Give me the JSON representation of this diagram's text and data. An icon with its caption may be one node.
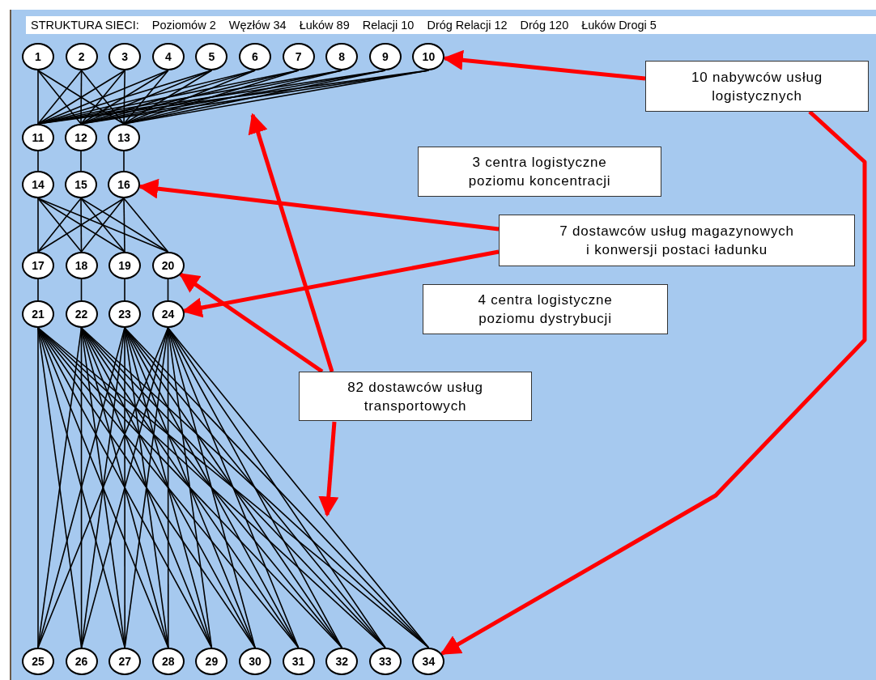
{
  "diagram": {
    "nodes": [
      {
        "text": [
          "1"
        ]
      },
      {
        "text": [
          "2"
        ]
      },
      {
        "text": [
          "3"
        ]
      },
      {
        "text": [
          "4"
        ]
      },
      {
        "text": [
          "5"
        ]
      },
      {
        "text": [
          "6"
        ]
      },
      {
        "text": [
          "7"
        ]
      },
      {
        "text": [
          "8"
        ]
      },
      {
        "text": [
          "9"
        ]
      },
      {
        "text": [
          "10"
        ]
      },
      {
        "text": [
          "11"
        ]
      },
      {
        "text": [
          "12"
        ]
      },
      {
        "text": [
          "13"
        ]
      },
      {
        "text": [
          "14"
        ]
      },
      {
        "text": [
          "15"
        ]
      },
      {
        "text": [
          "16"
        ]
      },
      {
        "text": [
          "17"
        ]
      },
      {
        "text": [
          "18"
        ]
      },
      {
        "text": [
          "19"
        ]
      },
      {
        "text": [
          "20"
        ]
      },
      {
        "text": [
          "21"
        ]
      },
      {
        "text": [
          "22"
        ]
      },
      {
        "text": [
          "23"
        ]
      },
      {
        "text": [
          "24"
        ]
      },
      {
        "text": [
          "25"
        ]
      },
      {
        "text": [
          "26"
        ]
      },
      {
        "text": [
          "27"
        ]
      },
      {
        "text": [
          "28"
        ]
      },
      {
        "text": [
          "29"
        ]
      },
      {
        "text": [
          "30"
        ]
      },
      {
        "text": [
          "31"
        ]
      },
      {
        "text": [
          "32"
        ]
      },
      {
        "text": [
          "33"
        ]
      },
      {
        "text": [
          "34"
        ]
      },
      {
        "text": [
          "10 nabywców usług logistycznych"
        ]
      },
      {
        "text": [
          "3 centra logistyczne poziomu koncentracji"
        ]
      },
      {
        "text": [
          "7 dostawców usług magazynowych i konwersji postaci ładunku"
        ]
      },
      {
        "text": [
          "4 centra logistyczne poziomu dystrybucji"
        ]
      },
      {
        "text": [
          "82 dostawców usług transportowych"
        ]
      }
    ],
    "edges": [
      {
        "from": 0,
        "to": 10,
        "arrow": "none"
      },
      {
        "from": 0,
        "to": 11,
        "arrow": "none"
      },
      {
        "from": 0,
        "to": 12,
        "arrow": "none"
      },
      {
        "from": 1,
        "to": 10,
        "arrow": "none"
      },
      {
        "from": 1,
        "to": 11,
        "arrow": "none"
      },
      {
        "from": 1,
        "to": 12,
        "arrow": "none"
      },
      {
        "from": 2,
        "to": 10,
        "arrow": "none"
      },
      {
        "from": 2,
        "to": 11,
        "arrow": "none"
      },
      {
        "from": 2,
        "to": 12,
        "arrow": "none"
      },
      {
        "from": 3,
        "to": 10,
        "arrow": "none"
      },
      {
        "from": 3,
        "to": 11,
        "arrow": "none"
      },
      {
        "from": 3,
        "to": 12,
        "arrow": "none"
      },
      {
        "from": 4,
        "to": 10,
        "arrow": "none"
      },
      {
        "from": 4,
        "to": 11,
        "arrow": "none"
      },
      {
        "from": 4,
        "to": 12,
        "arrow": "none"
      },
      {
        "from": 5,
        "to": 10,
        "arrow": "none"
      },
      {
        "from": 5,
        "to": 11,
        "arrow": "none"
      },
      {
        "from": 5,
        "to": 12,
        "arrow": "none"
      },
      {
        "from": 6,
        "to": 10,
        "arrow": "none"
      },
      {
        "from": 6,
        "to": 11,
        "arrow": "none"
      },
      {
        "from": 6,
        "to": 12,
        "arrow": "none"
      },
      {
        "from": 7,
        "to": 10,
        "arrow": "none"
      },
      {
        "from": 7,
        "to": 11,
        "arrow": "none"
      },
      {
        "from": 7,
        "to": 12,
        "arrow": "none"
      },
      {
        "from": 8,
        "to": 10,
        "arrow": "none"
      },
      {
        "from": 8,
        "to": 11,
        "arrow": "none"
      },
      {
        "from": 8,
        "to": 12,
        "arrow": "none"
      },
      {
        "from": 9,
        "to": 10,
        "arrow": "none"
      },
      {
        "from": 9,
        "to": 11,
        "arrow": "none"
      },
      {
        "from": 9,
        "to": 12,
        "arrow": "none"
      },
      {
        "from": 10,
        "to": 13,
        "arrow": "none"
      },
      {
        "from": 11,
        "to": 14,
        "arrow": "none"
      },
      {
        "from": 12,
        "to": 15,
        "arrow": "none"
      },
      {
        "from": 13,
        "to": 16,
        "arrow": "none"
      },
      {
        "from": 13,
        "to": 17,
        "arrow": "none"
      },
      {
        "from": 13,
        "to": 18,
        "arrow": "none"
      },
      {
        "from": 13,
        "to": 19,
        "arrow": "none"
      },
      {
        "from": 14,
        "to": 16,
        "arrow": "none"
      },
      {
        "from": 14,
        "to": 17,
        "arrow": "none"
      },
      {
        "from": 14,
        "to": 18,
        "arrow": "none"
      },
      {
        "from": 14,
        "to": 19,
        "arrow": "none"
      },
      {
        "from": 15,
        "to": 16,
        "arrow": "none"
      },
      {
        "from": 15,
        "to": 17,
        "arrow": "none"
      },
      {
        "from": 15,
        "to": 18,
        "arrow": "none"
      },
      {
        "from": 15,
        "to": 19,
        "arrow": "none"
      },
      {
        "from": 16,
        "to": 20,
        "arrow": "none"
      },
      {
        "from": 17,
        "to": 21,
        "arrow": "none"
      },
      {
        "from": 18,
        "to": 22,
        "arrow": "none"
      },
      {
        "from": 19,
        "to": 23,
        "arrow": "none"
      },
      {
        "from": 20,
        "to": 24,
        "arrow": "none"
      },
      {
        "from": 20,
        "to": 25,
        "arrow": "none"
      },
      {
        "from": 20,
        "to": 26,
        "arrow": "none"
      },
      {
        "from": 20,
        "to": 27,
        "arrow": "none"
      },
      {
        "from": 20,
        "to": 28,
        "arrow": "none"
      },
      {
        "from": 20,
        "to": 29,
        "arrow": "none"
      },
      {
        "from": 20,
        "to": 30,
        "arrow": "none"
      },
      {
        "from": 20,
        "to": 31,
        "arrow": "none"
      },
      {
        "from": 20,
        "to": 32,
        "arrow": "none"
      },
      {
        "from": 20,
        "to": 33,
        "arrow": "none"
      },
      {
        "from": 21,
        "to": 24,
        "arrow": "none"
      },
      {
        "from": 21,
        "to": 25,
        "arrow": "none"
      },
      {
        "from": 21,
        "to": 26,
        "arrow": "none"
      },
      {
        "from": 21,
        "to": 27,
        "arrow": "none"
      },
      {
        "from": 21,
        "to": 28,
        "arrow": "none"
      },
      {
        "from": 21,
        "to": 29,
        "arrow": "none"
      },
      {
        "from": 21,
        "to": 30,
        "arrow": "none"
      },
      {
        "from": 21,
        "to": 31,
        "arrow": "none"
      },
      {
        "from": 21,
        "to": 32,
        "arrow": "none"
      },
      {
        "from": 21,
        "to": 33,
        "arrow": "none"
      },
      {
        "from": 22,
        "to": 24,
        "arrow": "none"
      },
      {
        "from": 22,
        "to": 25,
        "arrow": "none"
      },
      {
        "from": 22,
        "to": 26,
        "arrow": "none"
      },
      {
        "from": 22,
        "to": 27,
        "arrow": "none"
      },
      {
        "from": 22,
        "to": 28,
        "arrow": "none"
      },
      {
        "from": 22,
        "to": 29,
        "arrow": "none"
      },
      {
        "from": 22,
        "to": 30,
        "arrow": "none"
      },
      {
        "from": 22,
        "to": 31,
        "arrow": "none"
      },
      {
        "from": 22,
        "to": 32,
        "arrow": "none"
      },
      {
        "from": 22,
        "to": 33,
        "arrow": "none"
      },
      {
        "from": 23,
        "to": 24,
        "arrow": "none"
      },
      {
        "from": 23,
        "to": 25,
        "arrow": "none"
      },
      {
        "from": 23,
        "to": 26,
        "arrow": "none"
      },
      {
        "from": 23,
        "to": 27,
        "arrow": "none"
      },
      {
        "from": 23,
        "to": 28,
        "arrow": "none"
      },
      {
        "from": 23,
        "to": 29,
        "arrow": "none"
      },
      {
        "from": 23,
        "to": 30,
        "arrow": "none"
      },
      {
        "from": 23,
        "to": 31,
        "arrow": "none"
      },
      {
        "from": 23,
        "to": 32,
        "arrow": "none"
      },
      {
        "from": 23,
        "to": 33,
        "arrow": "none"
      },
      {
        "from": 34,
        "to": 9,
        "arrow": "to",
        "style": "thick",
        "color": "#ff0000"
      },
      {
        "from": 34,
        "to": 33,
        "arrow": "to",
        "style": "thick",
        "color": "#ff0000"
      },
      {
        "from": 36,
        "to": 15,
        "arrow": "to",
        "style": "thick",
        "color": "#ff0000"
      },
      {
        "from": 36,
        "to": 23,
        "arrow": "to",
        "style": "thick",
        "color": "#ff0000"
      },
      {
        "from": 38,
        "to": null,
        "arrow": "to",
        "style": "thick",
        "color": "#ff0000"
      },
      {
        "from": 38,
        "to": 19,
        "arrow": "to",
        "style": "thick",
        "color": "#ff0000"
      },
      {
        "from": 38,
        "to": null,
        "arrow": "to",
        "style": "thick",
        "color": "#ff0000"
      }
    ],
    "labels": [
      "STRUKTURA SIECI:",
      "Poziomów 2",
      "Węzłów 34",
      "Łuków 89",
      "Relacji 10",
      "Dróg Relacji 12",
      "Dróg 120",
      "Łuków Drogi 5"
    ]
  }
}
